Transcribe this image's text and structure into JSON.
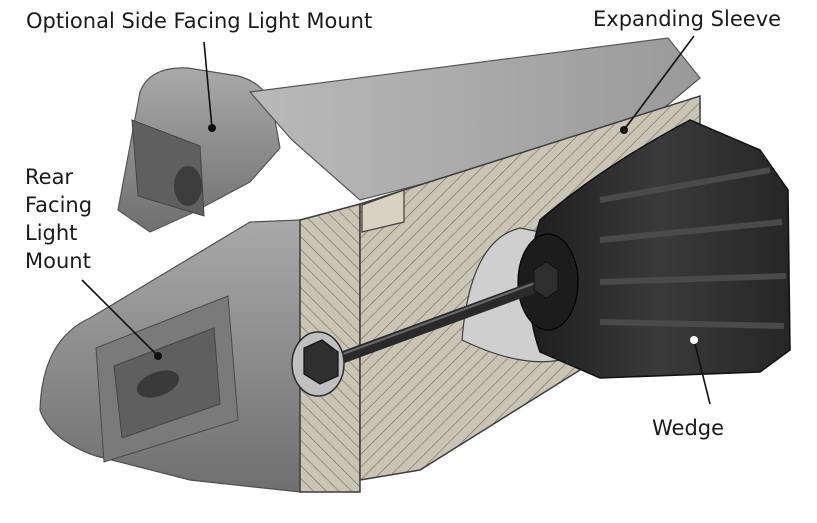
{
  "labels": {
    "side_mount": "Optional Side Facing Light Mount",
    "expanding_sleeve": "Expanding Sleeve",
    "rear_mount": [
      "Rear",
      "Facing",
      "Light",
      "Mount"
    ],
    "wedge": "Wedge"
  },
  "colors": {
    "background": "#ffffff",
    "body_gray": "#8f8f8f",
    "section_tan": "#c8c4b4",
    "hatch": "#6e6c60",
    "wedge_dark": "#2b2b2b",
    "leader": "#111111"
  }
}
